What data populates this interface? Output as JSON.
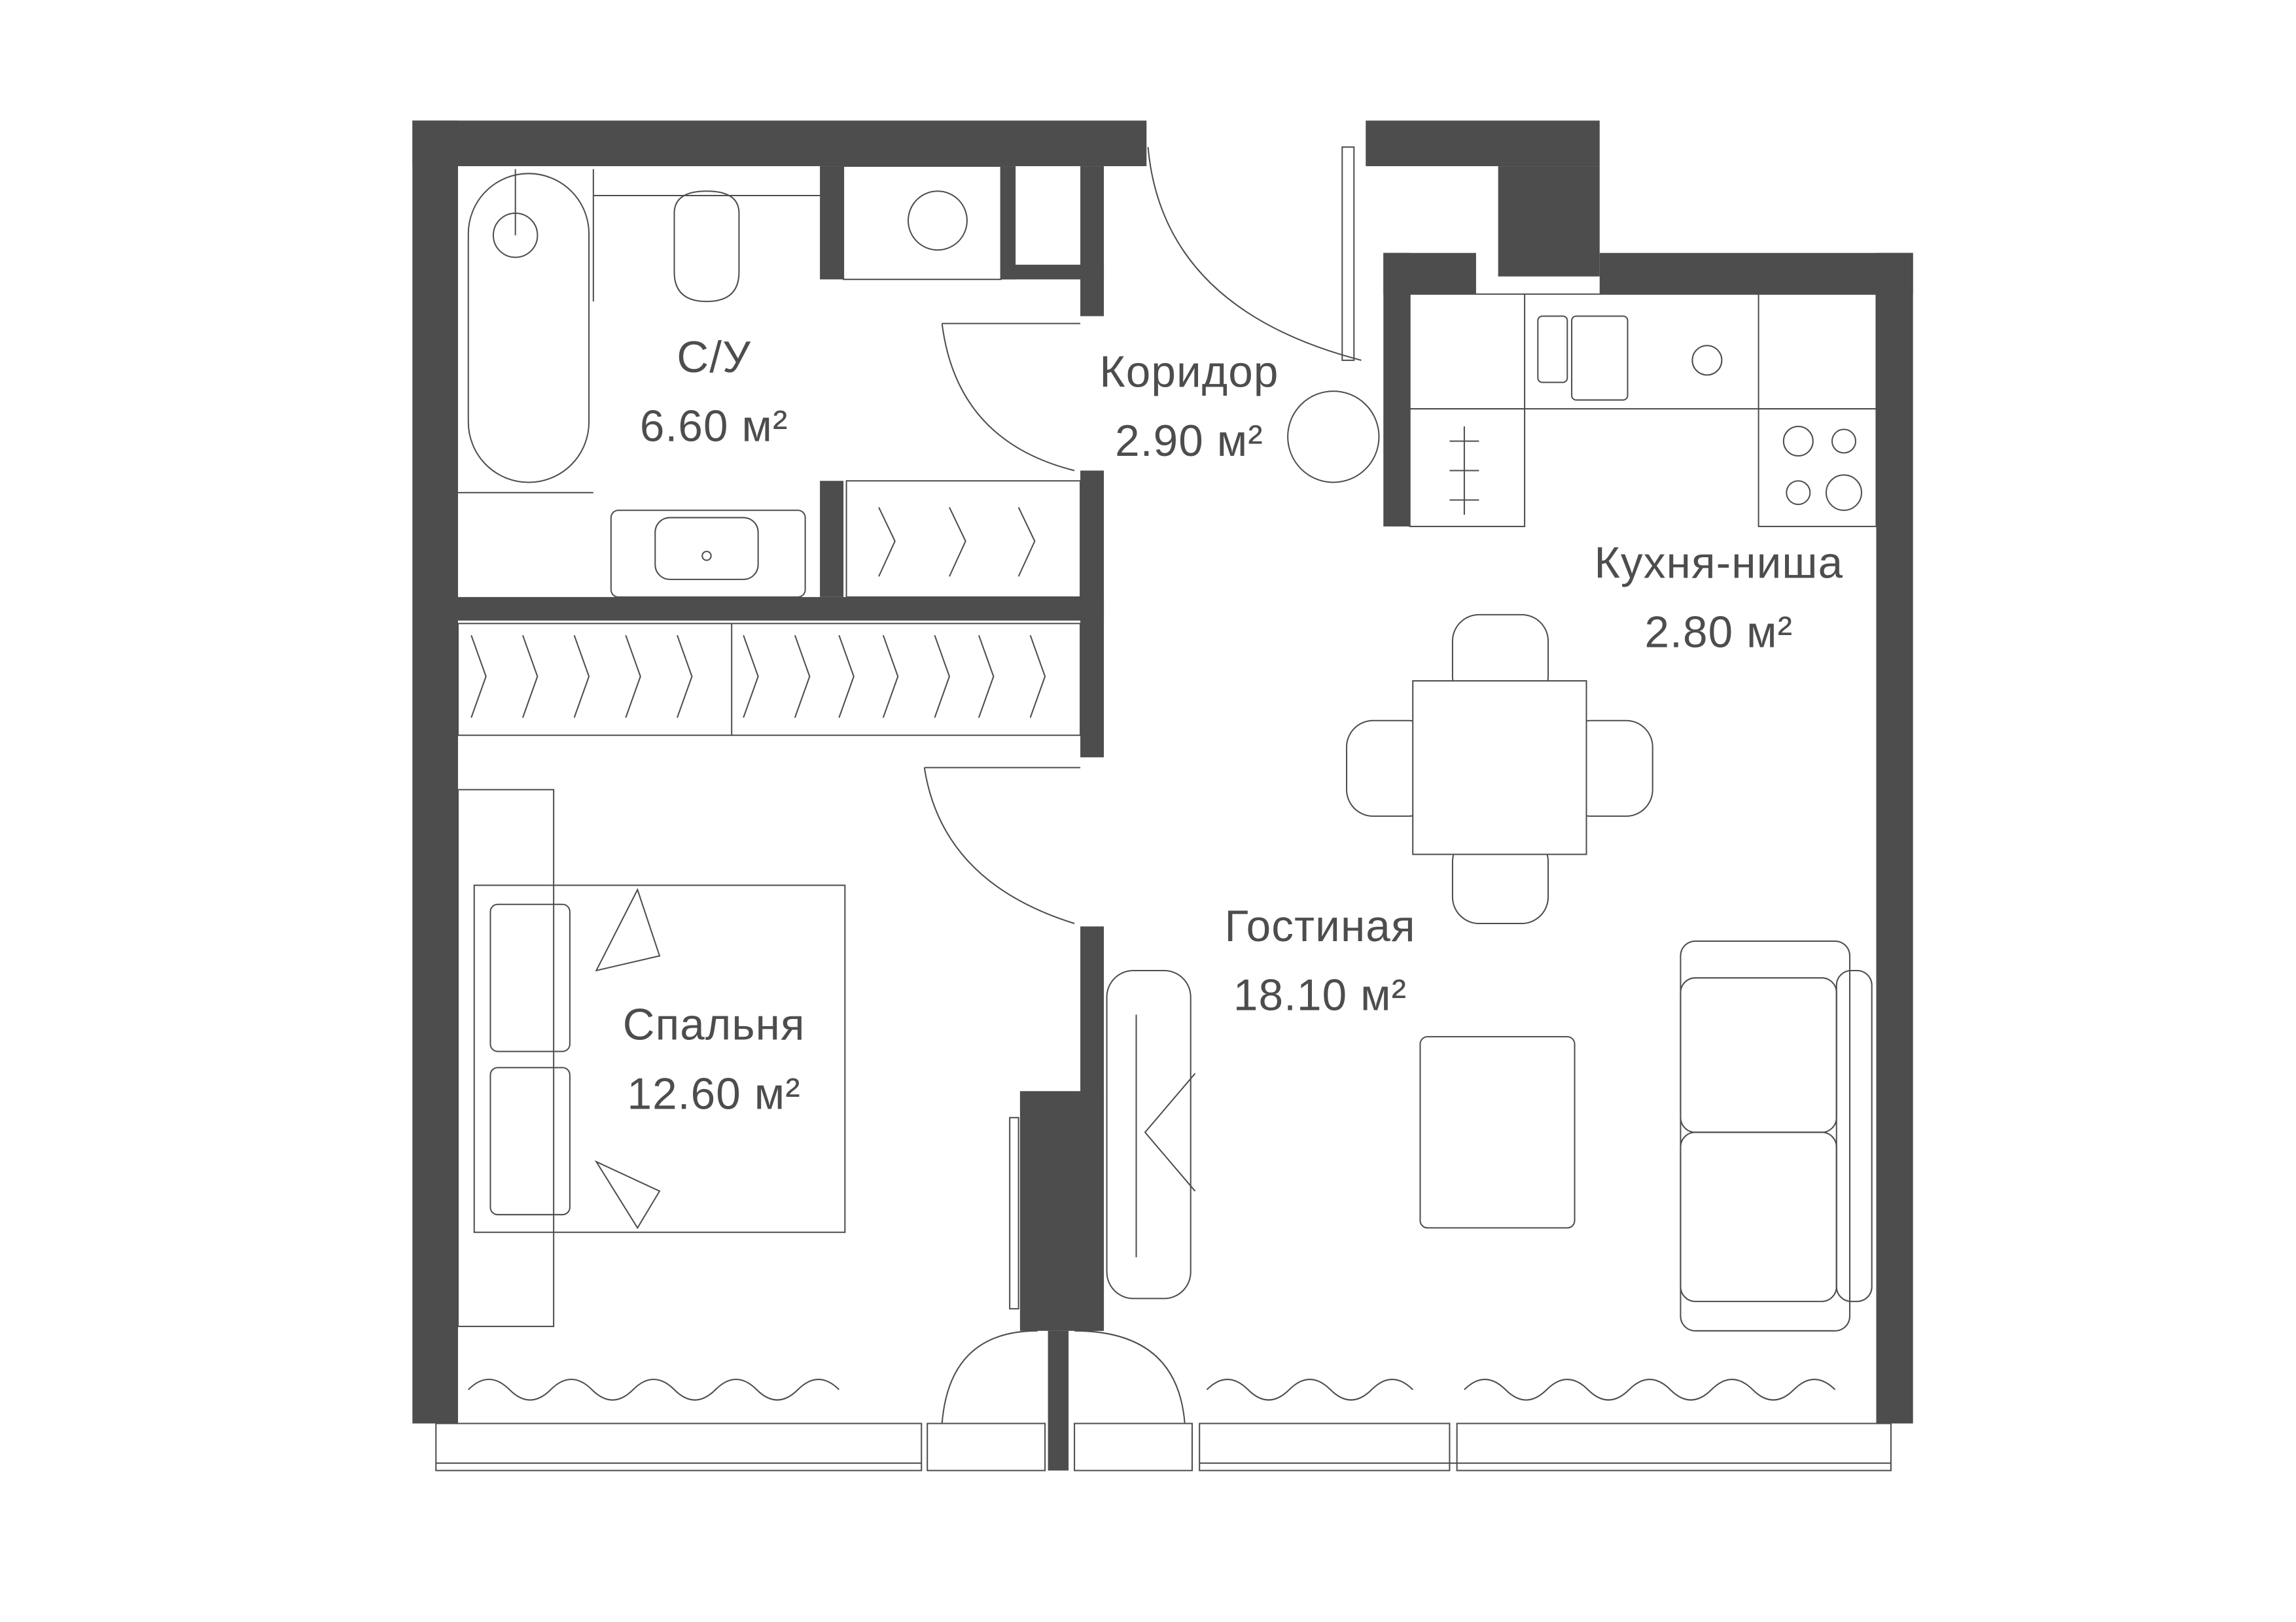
{
  "plan": {
    "wall_color": "#4d4d4d",
    "rooms": [
      {
        "name": "С/У",
        "area": "6.60 м²"
      },
      {
        "name": "Коридор",
        "area": "2.90 м²"
      },
      {
        "name": "Кухня-ниша",
        "area": "2.80 м²"
      },
      {
        "name": "Гостиная",
        "area": "18.10 м²"
      },
      {
        "name": "Спальня",
        "area": "12.60 м²"
      }
    ]
  }
}
